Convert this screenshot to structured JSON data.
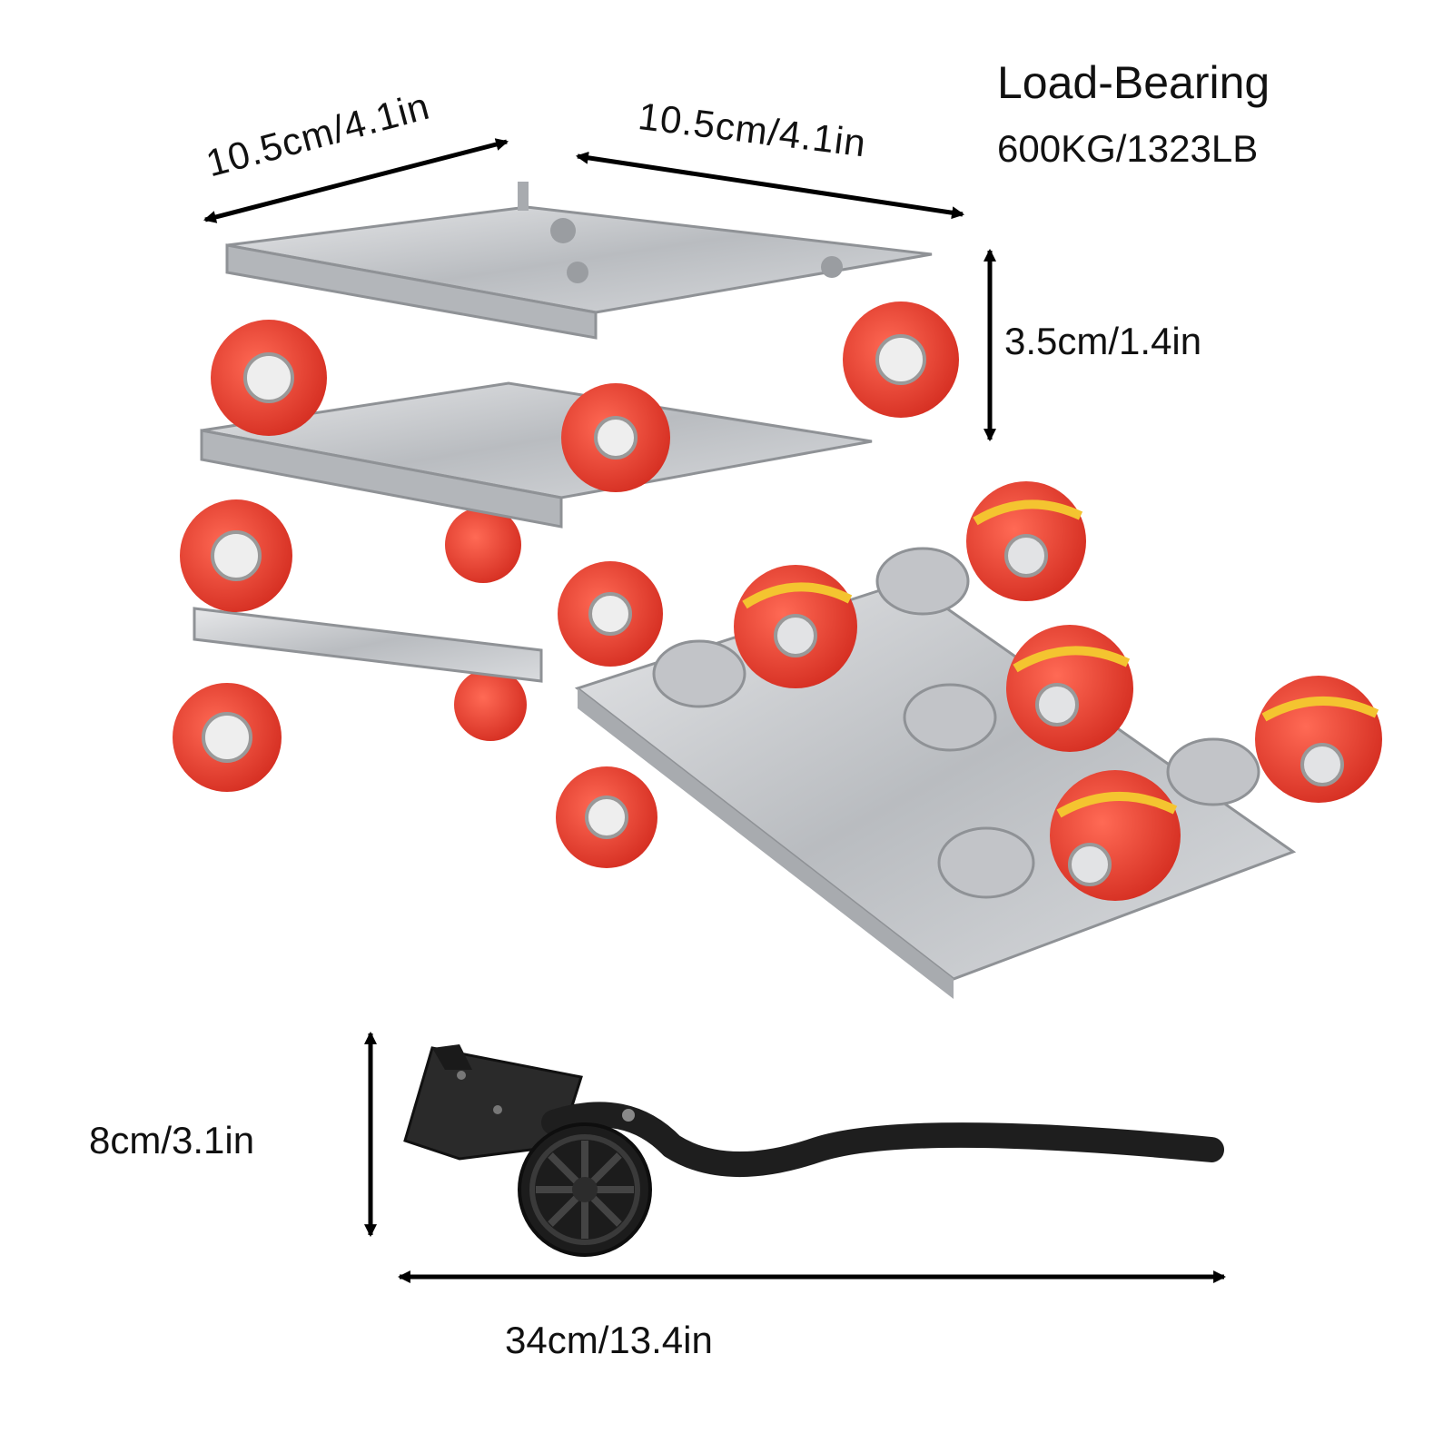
{
  "load_bearing": {
    "title": "Load-Bearing",
    "capacity": "600KG/1323LB"
  },
  "dimensions": {
    "dolly_width_left": "10.5cm/4.1in",
    "dolly_width_right": "10.5cm/4.1in",
    "dolly_height": "3.5cm/1.4in",
    "handle_height": "8cm/3.1in",
    "handle_length": "34cm/13.4in"
  },
  "colors": {
    "wheel_red": "#e8372a",
    "wheel_stripe": "#f4c430",
    "steel": "#c9cbce",
    "steel_dark": "#8f9296",
    "handle_black": "#1e1e1e",
    "arrow": "#000000"
  }
}
